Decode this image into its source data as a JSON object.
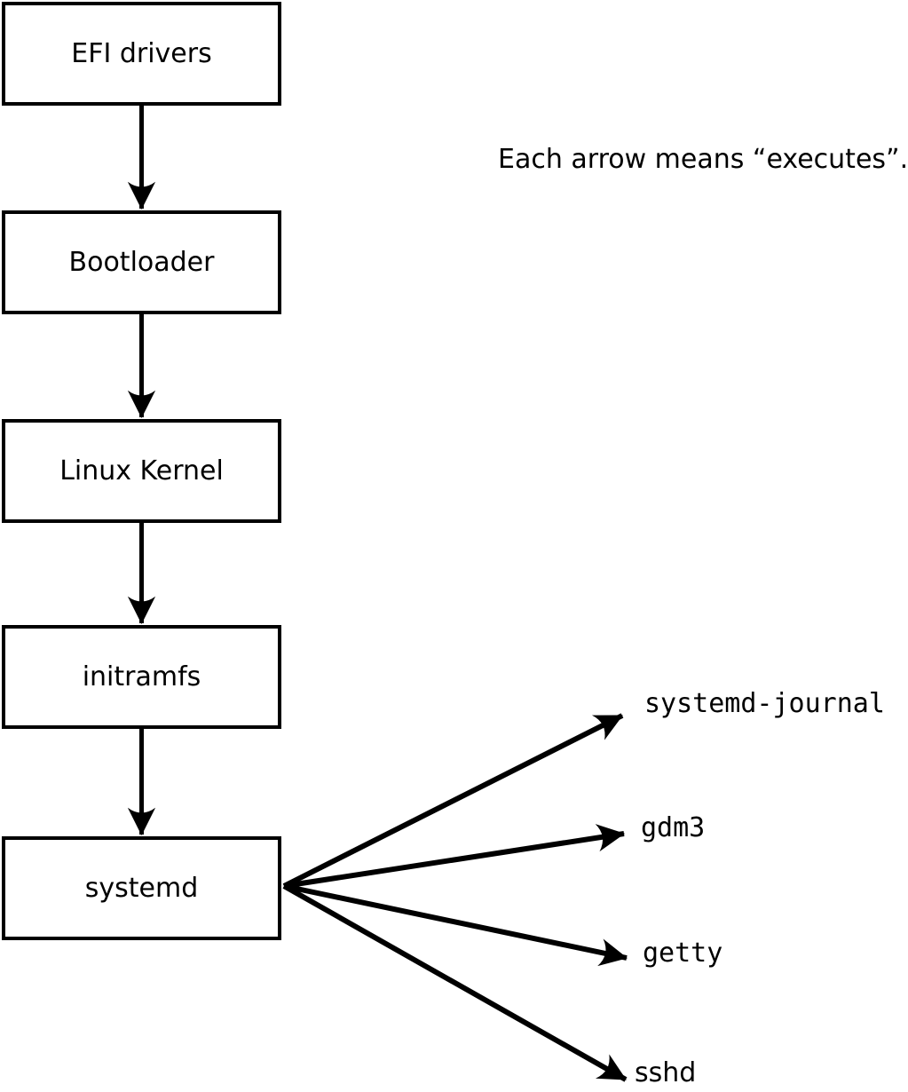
{
  "note": "Each arrow means “executes”.",
  "flow": {
    "boxes": [
      {
        "label": "EFI drivers"
      },
      {
        "label": "Bootloader"
      },
      {
        "label": "Linux Kernel"
      },
      {
        "label": "initramfs"
      },
      {
        "label": "systemd"
      }
    ],
    "targets": [
      {
        "label": "systemd-journal"
      },
      {
        "label": "gdm3"
      },
      {
        "label": "getty"
      },
      {
        "label": "sshd"
      }
    ]
  },
  "colors": {
    "line": "#000000",
    "background": "#ffffff",
    "box_fill": "#ffffff",
    "text": "#000000"
  }
}
